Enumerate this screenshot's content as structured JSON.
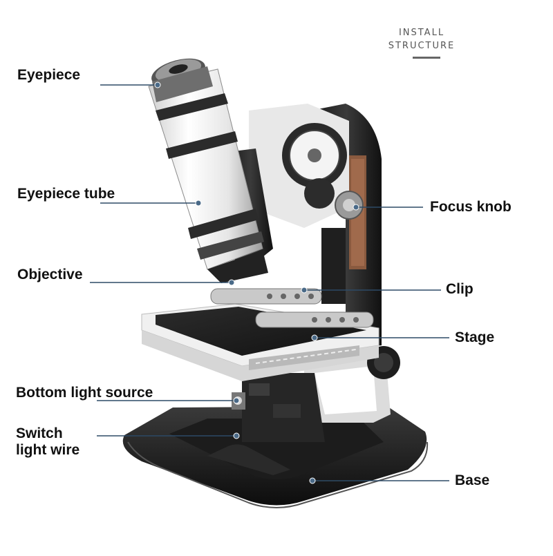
{
  "header": {
    "line1": "INSTALL",
    "line2": "STRUCTURE"
  },
  "labels": {
    "eyepiece": "Eyepiece",
    "eyepiece_tube": "Eyepiece tube",
    "objective": "Objective",
    "bottom_light_source": "Bottom light source",
    "switch_line1": "Switch",
    "switch_line2": "light wire",
    "focus_knob": "Focus knob",
    "clip": "Clip",
    "stage": "Stage",
    "base": "Base"
  },
  "colors": {
    "leader_line": "#2d4a66",
    "marker": "#4a6a88",
    "label_text": "#111111"
  }
}
